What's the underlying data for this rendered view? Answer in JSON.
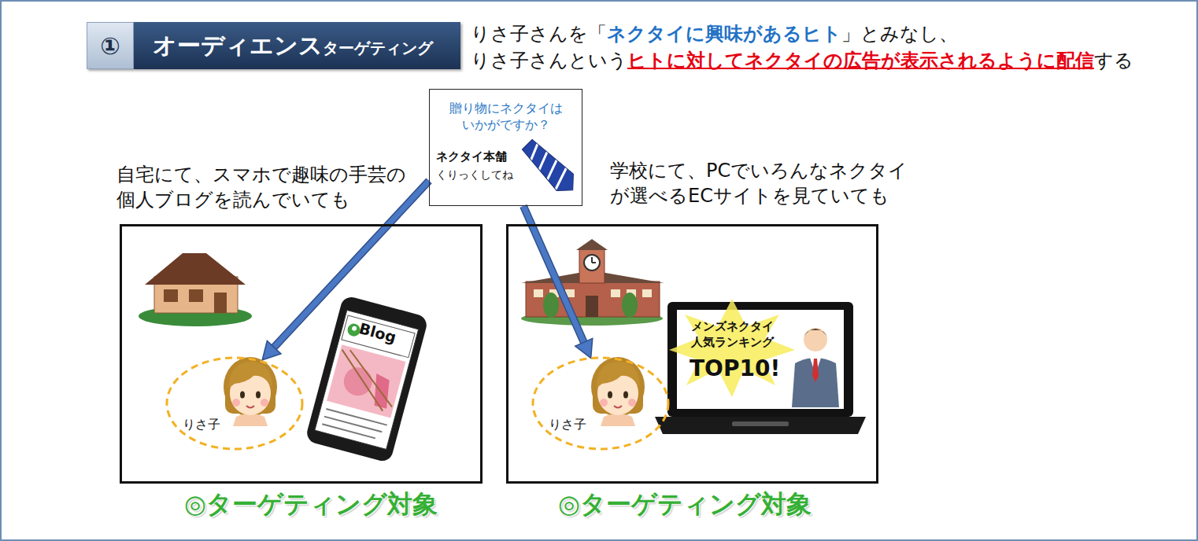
{
  "diagram": {
    "nodes": [
      {
        "text": [
          "①"
        ]
      },
      {
        "text": [
          "オーディエンス",
          "ターゲティング"
        ]
      },
      {
        "text": [
          "贈り物にネクタイは いかがですか？",
          "ネクタイ本舗",
          "くりっくしてね"
        ]
      },
      {
        "text": [
          "自宅にて、スマホで趣味の手芸の 個人ブログを読んでいても"
        ]
      },
      {
        "text": [
          "りさ子"
        ],
        "in": 3
      },
      {
        "text": [
          "学校にて、PCでいろんなネクタイ が選べるECサイトを見ていても"
        ]
      },
      {
        "text": [
          "りさ子"
        ],
        "in": 5
      }
    ],
    "edges": [
      {
        "from": 2,
        "to": 4,
        "arrow": "to"
      },
      {
        "from": 2,
        "to": 6,
        "arrow": "to"
      }
    ],
    "labels": [
      "りさ子さんを「",
      "ネクタイに興味があるヒト",
      "」とみなし、",
      "りさ子さんという",
      "ヒトに対してネクタイの広告が表示されるように配信",
      "する",
      "Blog",
      "メンズネクタイ 人気ランキング",
      "TOP10!",
      "◎ターゲティング対象",
      "◎ターゲティング対象"
    ]
  }
}
